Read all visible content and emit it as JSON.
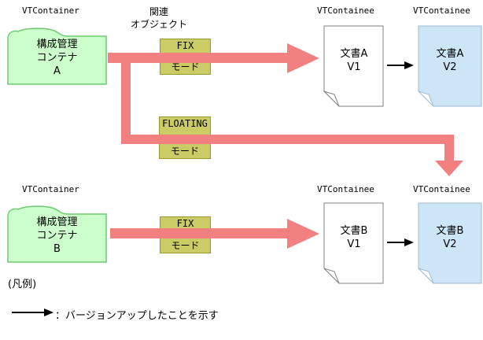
{
  "colors": {
    "arrow": "#F28080",
    "mode_box_fill": "#CCCC66",
    "mode_box_border": "#99992E",
    "folder_fill": "#CCFFCC",
    "folder_border": "#6DCC6D",
    "doc1_fill": "#FFFFFF",
    "doc1_border": "#808080",
    "doc2_fill": "#CCE6F7",
    "doc2_border": "#9FBCD2",
    "thin_arrow": "#000000"
  },
  "top": {
    "container_label": "VTContainer",
    "related_label_1": "関連",
    "related_label_2": "オブジェクト",
    "folder_line1": "構成管理",
    "folder_line2": "コンテナ",
    "folder_line3": "A",
    "fix_mode_line1": "FIX",
    "fix_mode_line2": "モード",
    "floating_mode_line1": "FLOATING",
    "floating_mode_line2": "モード",
    "containee1_label": "VTContainee",
    "containee2_label": "VTContainee",
    "doc1_line1": "文書A",
    "doc1_line2": "V1",
    "doc2_line1": "文書A",
    "doc2_line2": "V2"
  },
  "bottom": {
    "container_label": "VTContainer",
    "folder_line1": "構成管理",
    "folder_line2": "コンテナ",
    "folder_line3": "B",
    "fix_mode_line1": "FIX",
    "fix_mode_line2": "モード",
    "containee1_label": "VTContainee",
    "containee2_label": "VTContainee",
    "doc1_line1": "文書B",
    "doc1_line2": "V1",
    "doc2_line1": "文書B",
    "doc2_line2": "V2"
  },
  "legend": {
    "title": "(凡例)",
    "arrow_label": "：バージョンアップしたことを示す"
  }
}
